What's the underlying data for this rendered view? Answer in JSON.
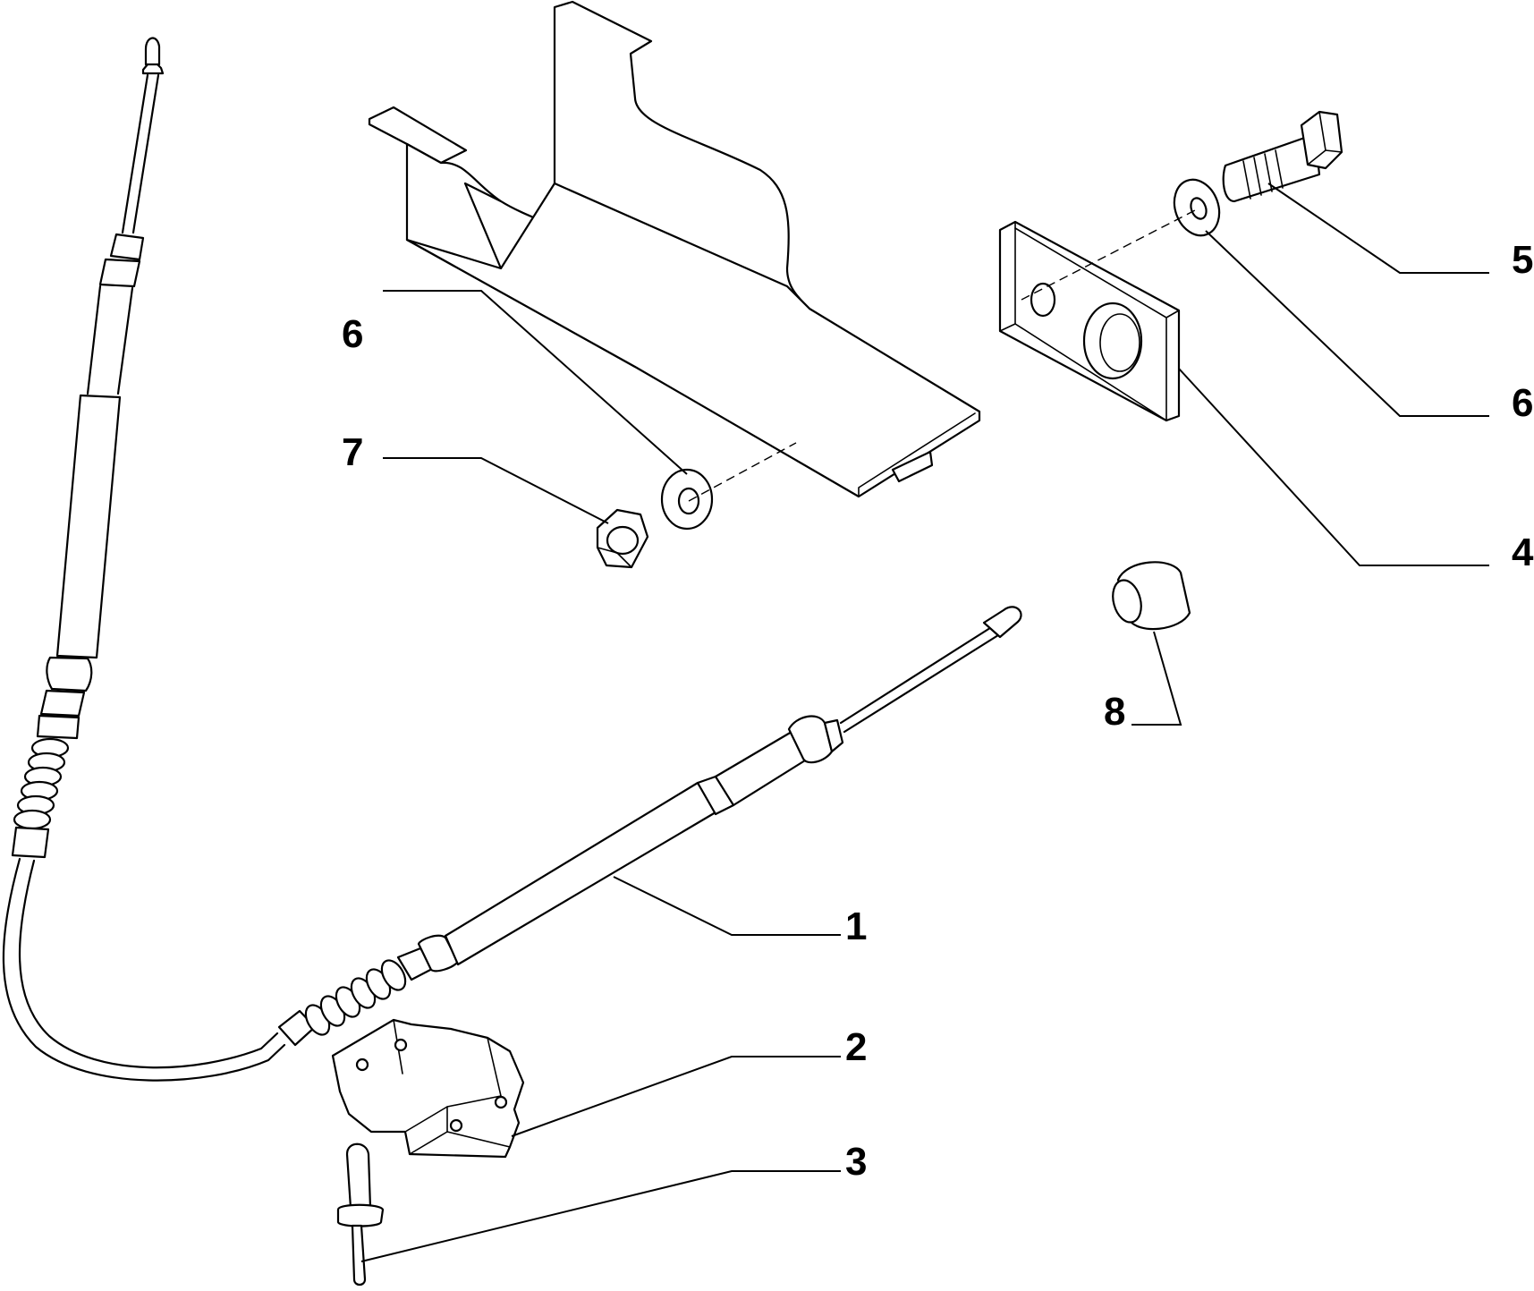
{
  "callouts": [
    {
      "id": "c1",
      "label": "1"
    },
    {
      "id": "c2",
      "label": "2"
    },
    {
      "id": "c3",
      "label": "3"
    },
    {
      "id": "c4",
      "label": "4"
    },
    {
      "id": "c5",
      "label": "5"
    },
    {
      "id": "c6a",
      "label": "6"
    },
    {
      "id": "c6b",
      "label": "6"
    },
    {
      "id": "c7",
      "label": "7"
    },
    {
      "id": "c8",
      "label": "8"
    }
  ]
}
